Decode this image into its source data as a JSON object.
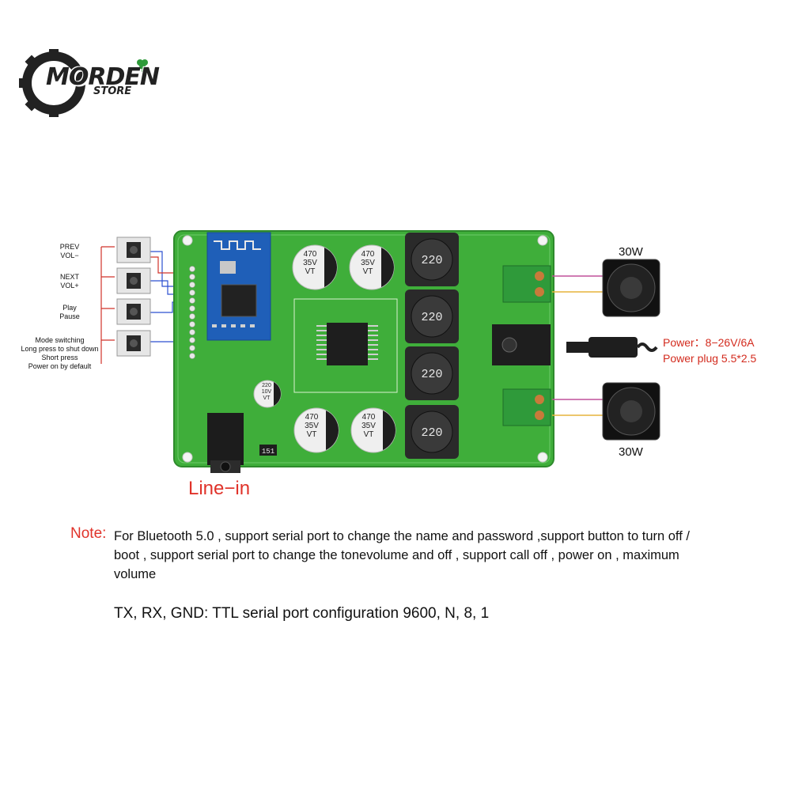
{
  "logo": {
    "main": "MORDEN",
    "sub": "STORE"
  },
  "buttons": [
    {
      "label": "PREV\nVOL−"
    },
    {
      "label": "NEXT\nVOL+"
    },
    {
      "label": "Play\nPause"
    },
    {
      "label": "Mode switching\nLong press to shut down\nShort press\nPower on by default"
    }
  ],
  "board": {
    "caps": [
      "470\n35V\nVT",
      "470\n35V\nVT",
      "470\n35V\nVT",
      "470\n35V\nVT"
    ],
    "small_cap": "220\n10V\nVT",
    "inductor": "220",
    "resistor": "151"
  },
  "speakers": {
    "top_label": "30W",
    "bottom_label": "30W"
  },
  "power": {
    "line1": "Power：8−26V/6A",
    "line2": "Power plug 5.5*2.5"
  },
  "linein": "Line−in",
  "note": {
    "label": "Note:",
    "text": "For Bluetooth 5.0 , support serial port to change the name and password ,support button to turn off / boot , support serial port to change the tonevolume and off , support call off , power on , maximum volume"
  },
  "ttl": "TX, RX, GND: TTL serial port configuration 9600, N, 8, 1",
  "colors": {
    "board": "#3fae3a",
    "accent": "#e0332a",
    "terminal": "#2f9a3a"
  }
}
